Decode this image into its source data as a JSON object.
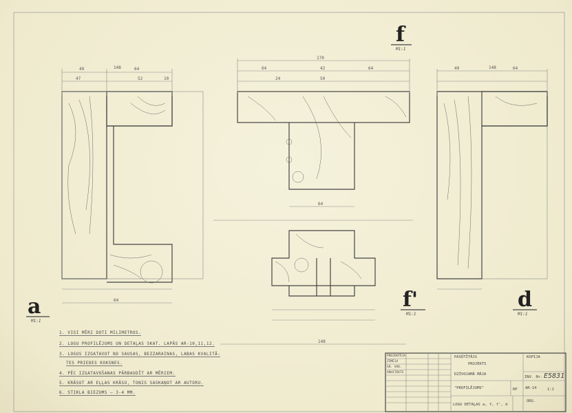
{
  "sections": {
    "a": {
      "label": "a",
      "scale": "M1:1"
    },
    "d": {
      "label": "d",
      "scale": "M1:1"
    },
    "f": {
      "label": "f",
      "scale": "M1:1"
    },
    "f_prime": {
      "label": "f'",
      "scale": "M1:1"
    }
  },
  "dimensions": {
    "left_total": "148",
    "left_a": "49",
    "left_b": "64",
    "left_c": "47",
    "left_d": "52",
    "left_e": "10",
    "left_bottom": "64",
    "mid_total": "170",
    "mid_a": "64",
    "mid_b": "42",
    "mid_c": "64",
    "mid_d": "50",
    "mid_e": "24",
    "mid_bottom": "64",
    "right_total": "148",
    "right_a": "49",
    "right_b": "64",
    "bottom_total": "148"
  },
  "notes": [
    "1. VISI MĒRI DOTI MILIMETROS.",
    "2. LOGU PROFILĒJUMS UN DETAĻAS SKAT. LAPĀS AR-10,11,12.",
    "3. LOGUS IZGATAVOT NO SAUSAS, BEZZARAINAS, LABAS KVALITĀ-",
    "TES PRIEDES KOKSNES.",
    "4. PĒC IZGATAVOŠANAS PĀRBAUDĪT AR MĒRIEM.",
    "5. KRĀSOT AR EĻĻAS KRĀSU, TONIS SASKAŅOT AR AUTORU.",
    "6. STIKLA BIEZUMS — 3-4 MM."
  ],
  "title_block": {
    "rows": [
      [
        "PROJEKTĒJA",
        "",
        "",
        ""
      ],
      [
        "ZĪMĒJA",
        "",
        "",
        ""
      ],
      [
        "GR. VAD.",
        "",
        "",
        ""
      ],
      [
        "ARHITEKTS",
        "",
        "",
        ""
      ]
    ],
    "project": "PASŪTĪTĀJS",
    "project_sub": "PROJEKTS",
    "object": "DZĪVOJAMĀ MĀJA",
    "drawing": "\"PROFILĒJUMS\"",
    "drawing_sub": "LOGU DETAĻAS a, f, f', d",
    "stage": "RP",
    "sheet": "AR-14",
    "scale": "1:1",
    "archive_label": "INV. Nr.",
    "archive_no": "E5831",
    "org": "ORG.",
    "copy": "KOPIJA"
  }
}
